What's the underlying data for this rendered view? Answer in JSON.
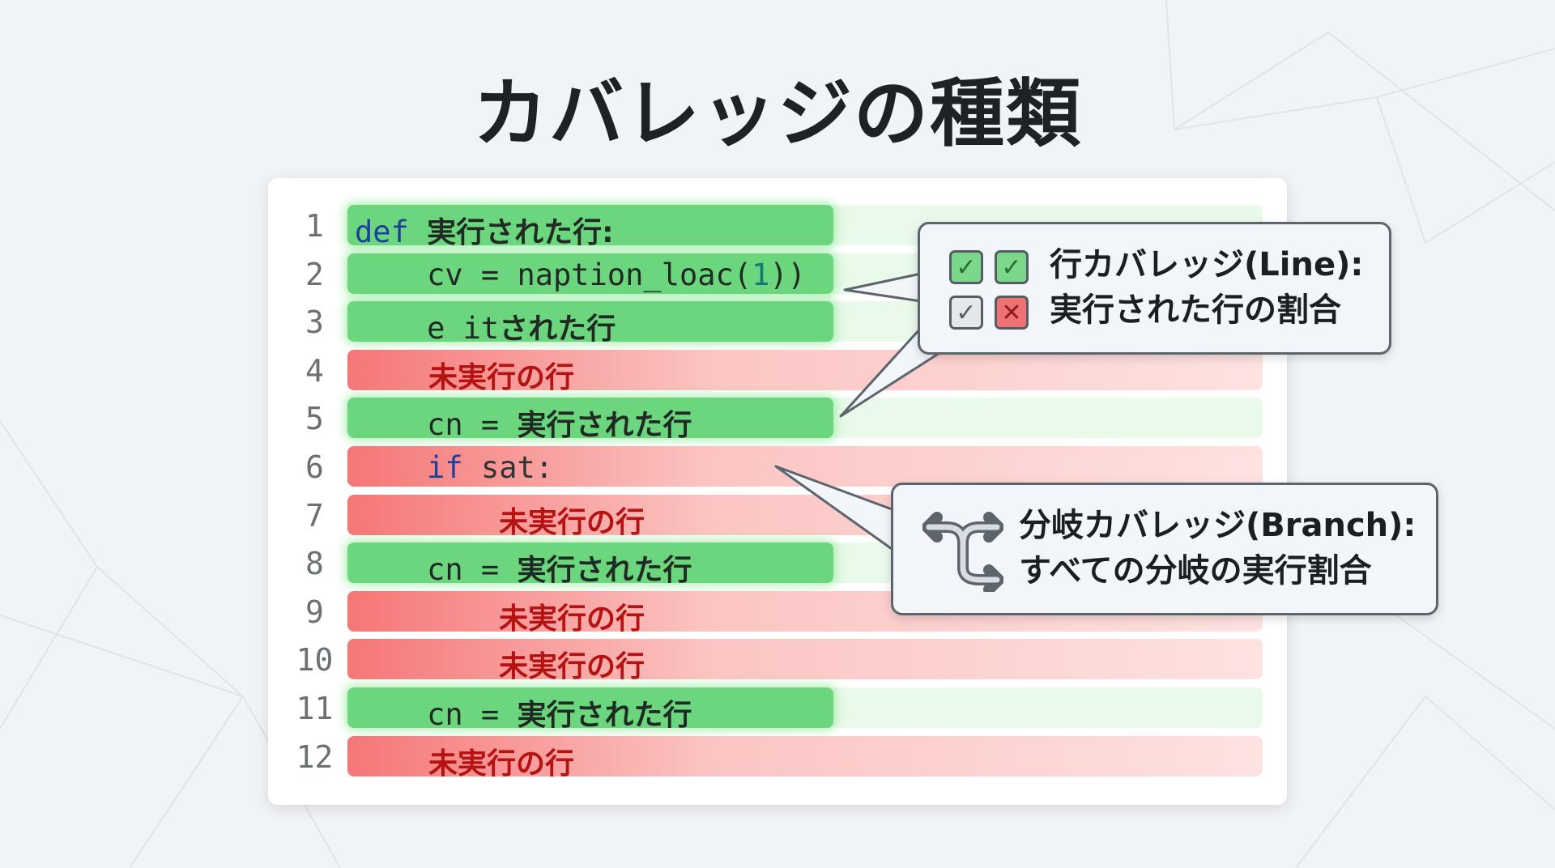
{
  "title": "カバレッジの種類",
  "code_lines": [
    {
      "n": "1",
      "status": "covered",
      "parts": [
        {
          "t": "def ",
          "c": "kw"
        },
        {
          "t": "実行された行:",
          "c": "jp"
        }
      ]
    },
    {
      "n": "2",
      "status": "covered",
      "parts": [
        {
          "t": "    cv = naption_loac(",
          "c": ""
        },
        {
          "t": "1",
          "c": "num"
        },
        {
          "t": "))",
          "c": ""
        }
      ]
    },
    {
      "n": "3",
      "status": "covered",
      "parts": [
        {
          "t": "    e it",
          "c": ""
        },
        {
          "t": "された行",
          "c": "jp"
        }
      ]
    },
    {
      "n": "4",
      "status": "uncovered",
      "parts": [
        {
          "t": "未実行の行",
          "c": "",
          "indent": 1
        }
      ]
    },
    {
      "n": "5",
      "status": "covered",
      "parts": [
        {
          "t": "    cn = ",
          "c": ""
        },
        {
          "t": "実行された行",
          "c": "jp"
        }
      ]
    },
    {
      "n": "6",
      "status": "uncovered",
      "parts": [
        {
          "t": "    ",
          "c": ""
        },
        {
          "t": "if",
          "c": "kw"
        },
        {
          "t": " sat:",
          "c": "dark"
        }
      ]
    },
    {
      "n": "7",
      "status": "uncovered",
      "parts": [
        {
          "t": "未実行の行",
          "c": "",
          "indent": 2
        }
      ]
    },
    {
      "n": "8",
      "status": "covered",
      "parts": [
        {
          "t": "    cn = ",
          "c": ""
        },
        {
          "t": "実行された行",
          "c": "jp"
        }
      ]
    },
    {
      "n": "9",
      "status": "uncovered",
      "parts": [
        {
          "t": "未実行の行",
          "c": "",
          "indent": 2
        }
      ]
    },
    {
      "n": "10",
      "status": "uncovered",
      "parts": [
        {
          "t": "未実行の行",
          "c": "",
          "indent": 2
        }
      ]
    },
    {
      "n": "11",
      "status": "covered",
      "parts": [
        {
          "t": "    cn = ",
          "c": ""
        },
        {
          "t": "実行された行",
          "c": "jp"
        }
      ]
    },
    {
      "n": "12",
      "status": "uncovered",
      "parts": [
        {
          "t": "未実行の行",
          "c": "",
          "indent": 1
        }
      ]
    }
  ],
  "line_callout": {
    "title": "行カバレッジ(Line):",
    "desc": "実行された行の割合",
    "icons": [
      "check-icon",
      "check-icon",
      "check-icon",
      "x-icon"
    ]
  },
  "branch_callout": {
    "title": "分岐カバレッジ(Branch):",
    "desc": "すべての分岐の実行割合",
    "icon": "branch-arrows-icon"
  },
  "colors": {
    "covered": "#6cd67e",
    "uncovered": "#f57676",
    "keyword": "#1d3f9c"
  }
}
